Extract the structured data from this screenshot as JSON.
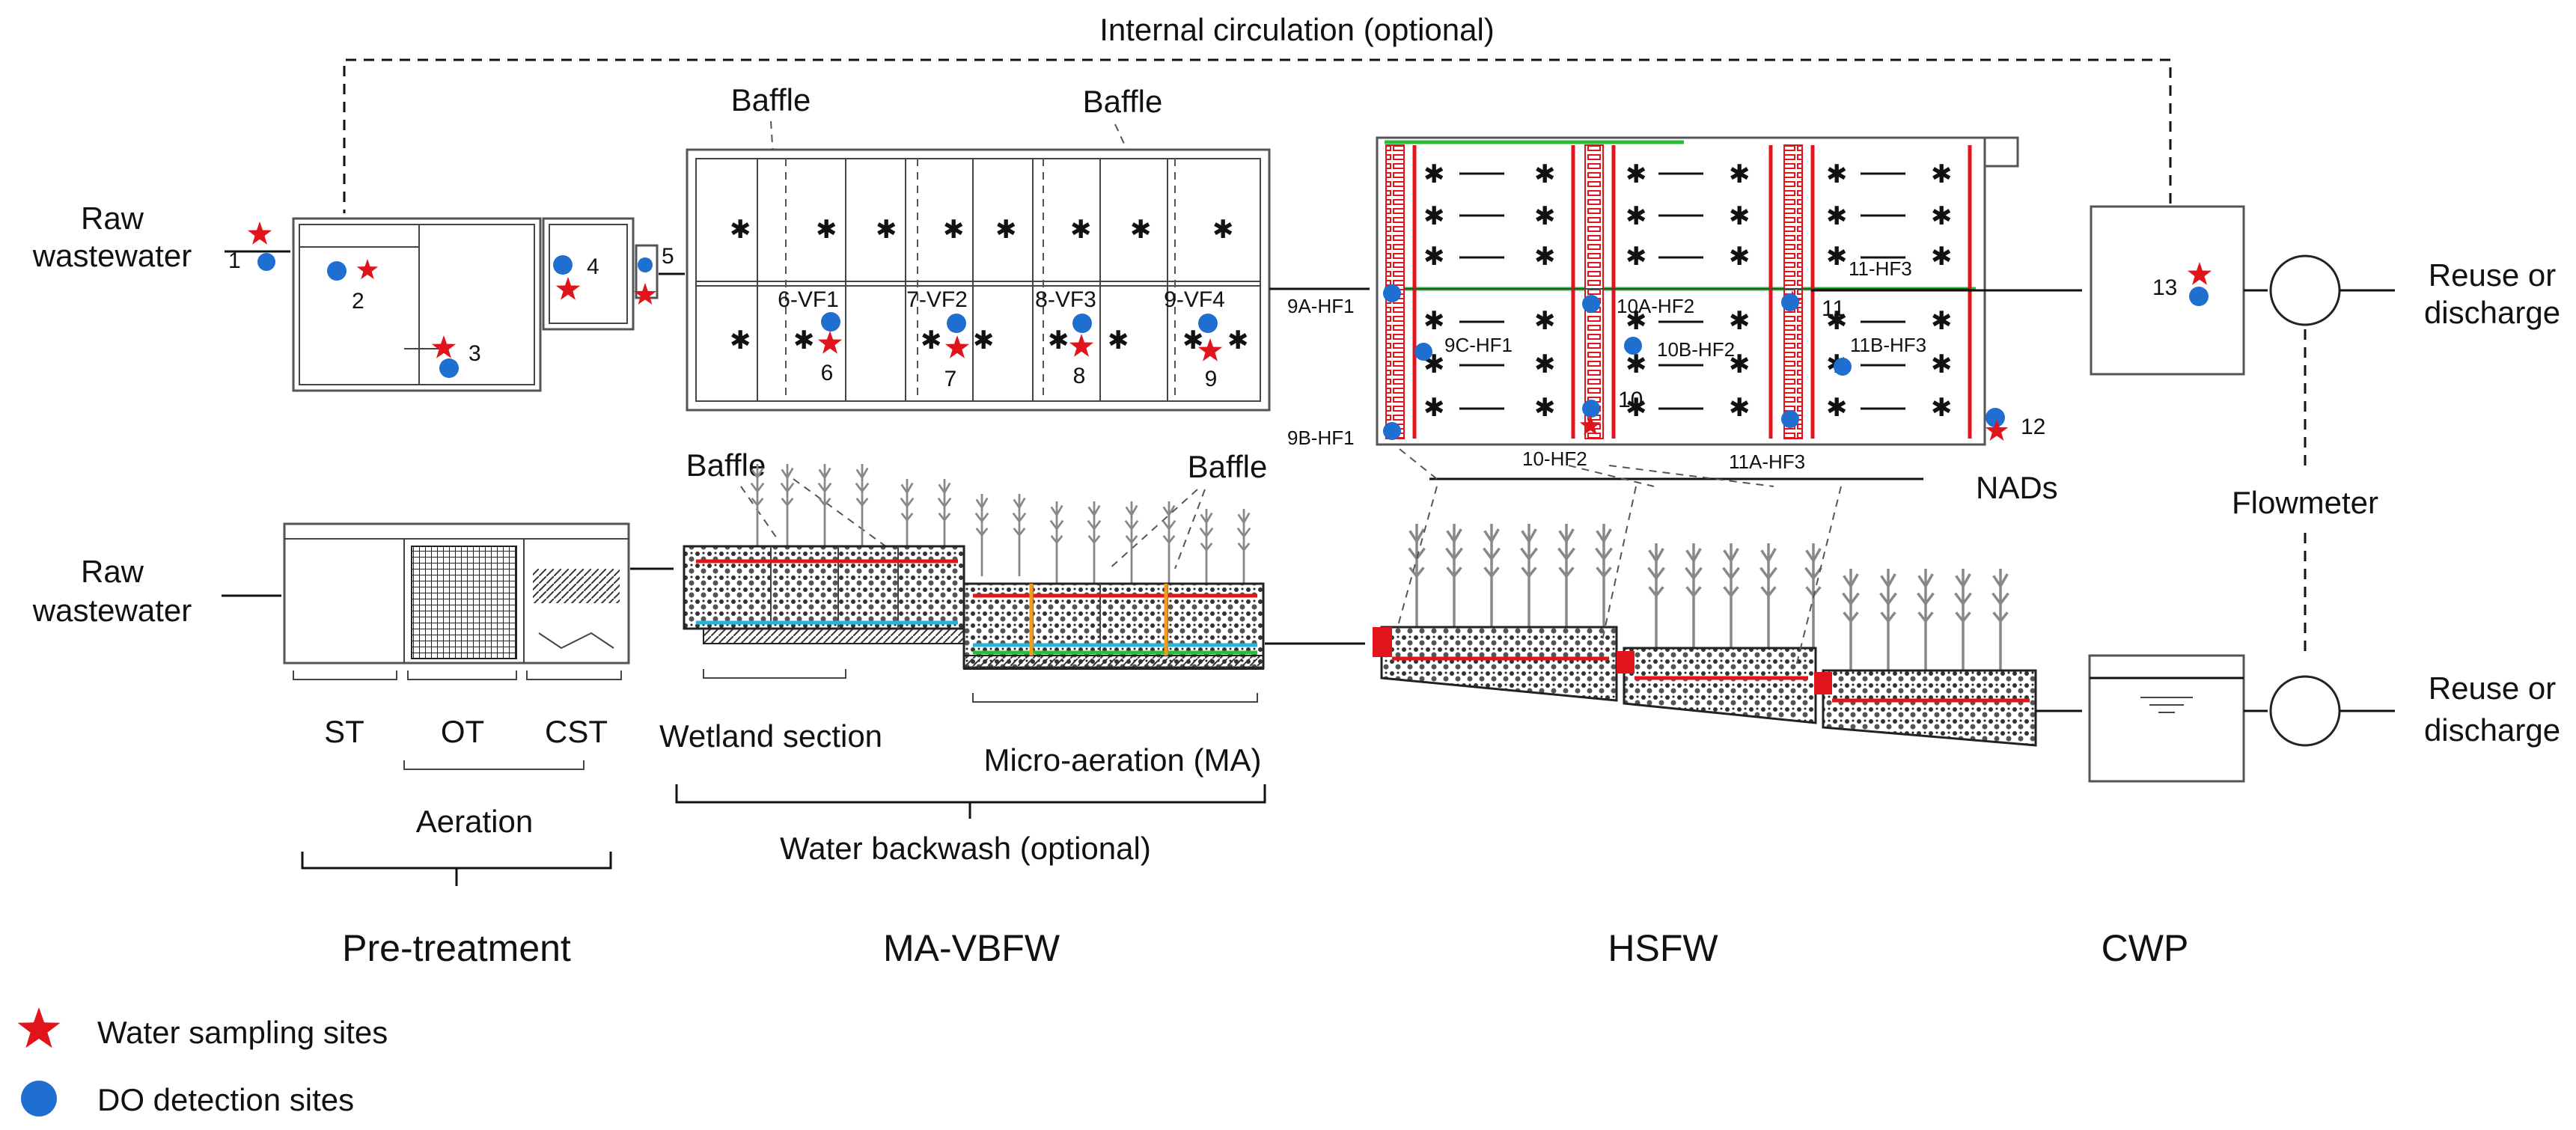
{
  "colors": {
    "sampling_star": "#e1141b",
    "do_dot": "#1f6fd1",
    "pipe_red": "#e1141b",
    "pipe_green": "#2bbd3a",
    "line": "#111111"
  },
  "top_labels": {
    "internal_circulation": "Internal circulation (optional)",
    "raw_wastewater_top_1": "Raw",
    "raw_wastewater_top_2": "wastewater",
    "baffle_1": "Baffle",
    "baffle_2": "Baffle",
    "reuse_top_1": "Reuse or",
    "reuse_top_2": "discharge",
    "flowmeter": "Flowmeter",
    "nads": "NADs"
  },
  "site_numbers": {
    "s1": "1",
    "s2": "2",
    "s3": "3",
    "s4": "4",
    "s5": "5",
    "s6": "6",
    "s7": "7",
    "s8": "8",
    "s9": "9",
    "s10": "10",
    "s11": "11",
    "s12": "12",
    "s13": "13"
  },
  "vf_labels": {
    "vf1": "6-VF1",
    "vf2": "7-VF2",
    "vf3": "8-VF3",
    "vf4": "9-VF4"
  },
  "hf_labels": {
    "h9a": "9A-HF1",
    "h9b": "9B-HF1",
    "h9c": "9C-HF1",
    "h10a": "10A-HF2",
    "h10b": "10B-HF2",
    "h10": "10-HF2",
    "h11": "11-HF3",
    "h11a": "11A-HF3",
    "h11b": "11B-HF3"
  },
  "bottom_labels": {
    "raw_wastewater_bottom_1": "Raw",
    "raw_wastewater_bottom_2": "wastewater",
    "baffle_3": "Baffle",
    "baffle_4": "Baffle",
    "st": "ST",
    "ot": "OT",
    "cst": "CST",
    "aeration": "Aeration",
    "wetland_section": "Wetland section",
    "micro_aeration": "Micro-aeration (MA)",
    "water_backwash": "Water backwash (optional)",
    "reuse_bottom_1": "Reuse or",
    "reuse_bottom_2": "discharge"
  },
  "sections": {
    "pretreatment": "Pre-treatment",
    "mavbfw": "MA-VBFW",
    "hsfw": "HSFW",
    "cwp": "CWP"
  },
  "legend": {
    "sampling": "Water sampling sites",
    "do": "DO detection sites"
  }
}
